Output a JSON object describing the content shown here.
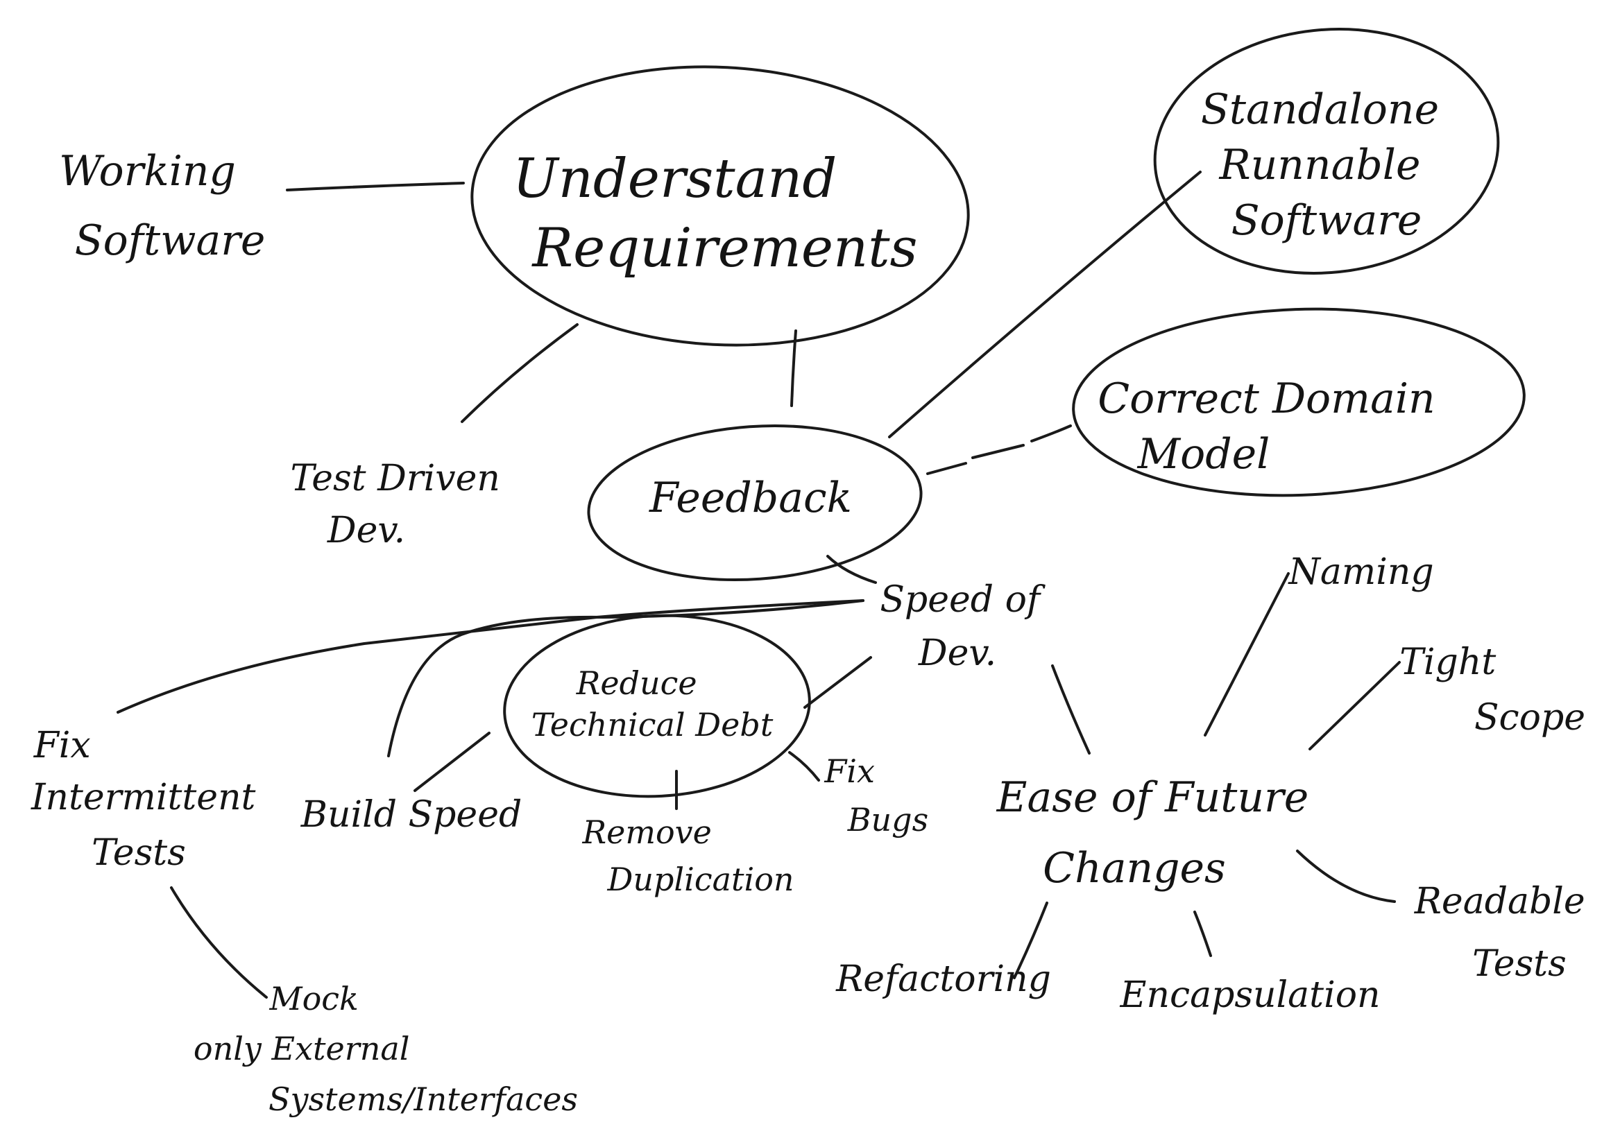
{
  "diagram": {
    "ink_color": "#1a1a1a",
    "nodes": {
      "understand_requirements": [
        "Understand",
        "Requirements"
      ],
      "working_software": [
        "Working",
        "Software"
      ],
      "standalone_runnable_software": [
        "Standalone",
        "Runnable",
        "Software"
      ],
      "test_driven_dev": [
        "Test Driven",
        "Dev."
      ],
      "feedback": [
        "Feedback"
      ],
      "correct_domain_model": [
        "Correct Domain",
        "Model"
      ],
      "speed_of_dev": [
        "Speed of",
        "Dev."
      ],
      "reduce_technical_debt": [
        "Reduce",
        "Technical Debt"
      ],
      "fix_intermittent_tests": [
        "Fix",
        "Intermittent",
        "Tests"
      ],
      "build_speed": [
        "Build Speed"
      ],
      "remove_duplication": [
        "Remove",
        "Duplication"
      ],
      "fix_bugs": [
        "Fix",
        "Bugs"
      ],
      "ease_of_future_changes": [
        "Ease of Future",
        "Changes"
      ],
      "naming": [
        "Naming"
      ],
      "tight_scope": [
        "Tight",
        "Scope"
      ],
      "readable_tests": [
        "Readable",
        "Tests"
      ],
      "refactoring": [
        "Refactoring"
      ],
      "encapsulation": [
        "Encapsulation"
      ],
      "mock_only_external": [
        "Mock",
        "only External",
        "Systems/Interfaces"
      ]
    }
  }
}
